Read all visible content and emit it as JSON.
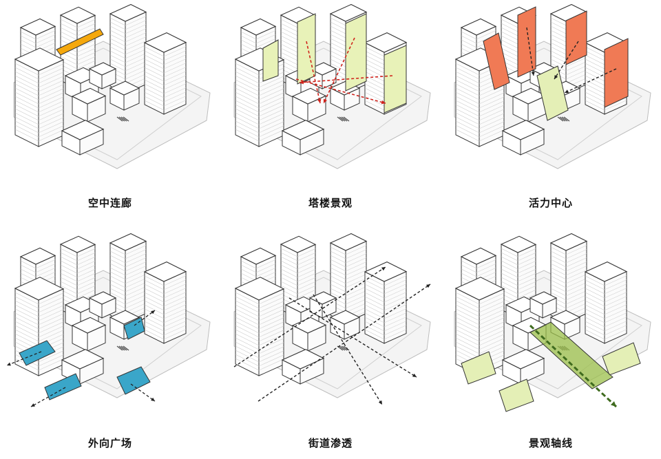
{
  "panels": [
    {
      "id": "p1",
      "caption": "空中连廊",
      "highlight": "bridge",
      "color": "#f5a80d"
    },
    {
      "id": "p2",
      "caption": "塔楼景观",
      "highlight": "tower-views",
      "color": "#e8f2b8"
    },
    {
      "id": "p3",
      "caption": "活力中心",
      "highlight": "vitality",
      "color": "#f07a55"
    },
    {
      "id": "p4",
      "caption": "外向广场",
      "highlight": "plazas",
      "color": "#3aa6c9"
    },
    {
      "id": "p5",
      "caption": "街道渗透",
      "highlight": "streets",
      "color": "#222222"
    },
    {
      "id": "p6",
      "caption": "景观轴线",
      "highlight": "axis",
      "color": "#9bbf4a"
    }
  ],
  "colors": {
    "line": "#333333",
    "ground": "#f4f4f4",
    "arrow_red": "#d0221b",
    "arrow_black": "#222222",
    "arrow_green": "#3f6b1e",
    "green_fill": "#e4efb6"
  }
}
